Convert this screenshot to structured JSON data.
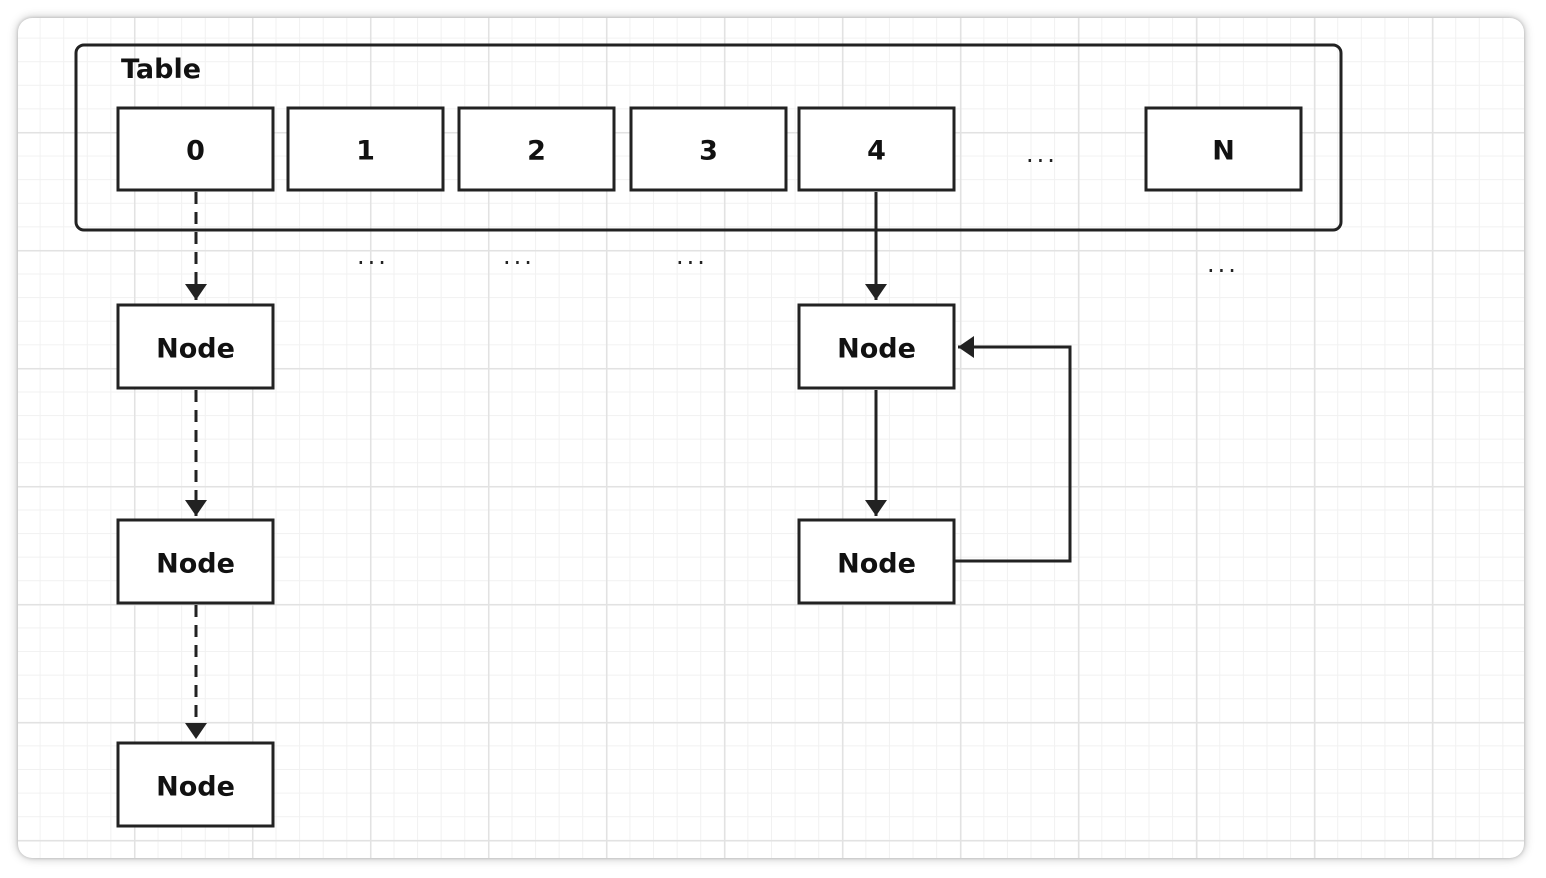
{
  "table": {
    "title": "Table",
    "slots": [
      "0",
      "1",
      "2",
      "3",
      "4",
      "N"
    ],
    "gap_ellipsis": "...",
    "slot_ellipses": [
      "...",
      "...",
      "...",
      "..."
    ]
  },
  "chain_dashed": {
    "nodes": [
      "Node",
      "Node",
      "Node"
    ],
    "link_style": "dashed"
  },
  "chain_solid": {
    "nodes": [
      "Node",
      "Node"
    ],
    "link_style": "solid",
    "cycle": "second node links back to first node"
  },
  "colors": {
    "stroke": "#222222",
    "text": "#111111",
    "grid_major": "#e2e2e2",
    "grid_minor": "#f1f1f1",
    "background": "#ffffff"
  }
}
